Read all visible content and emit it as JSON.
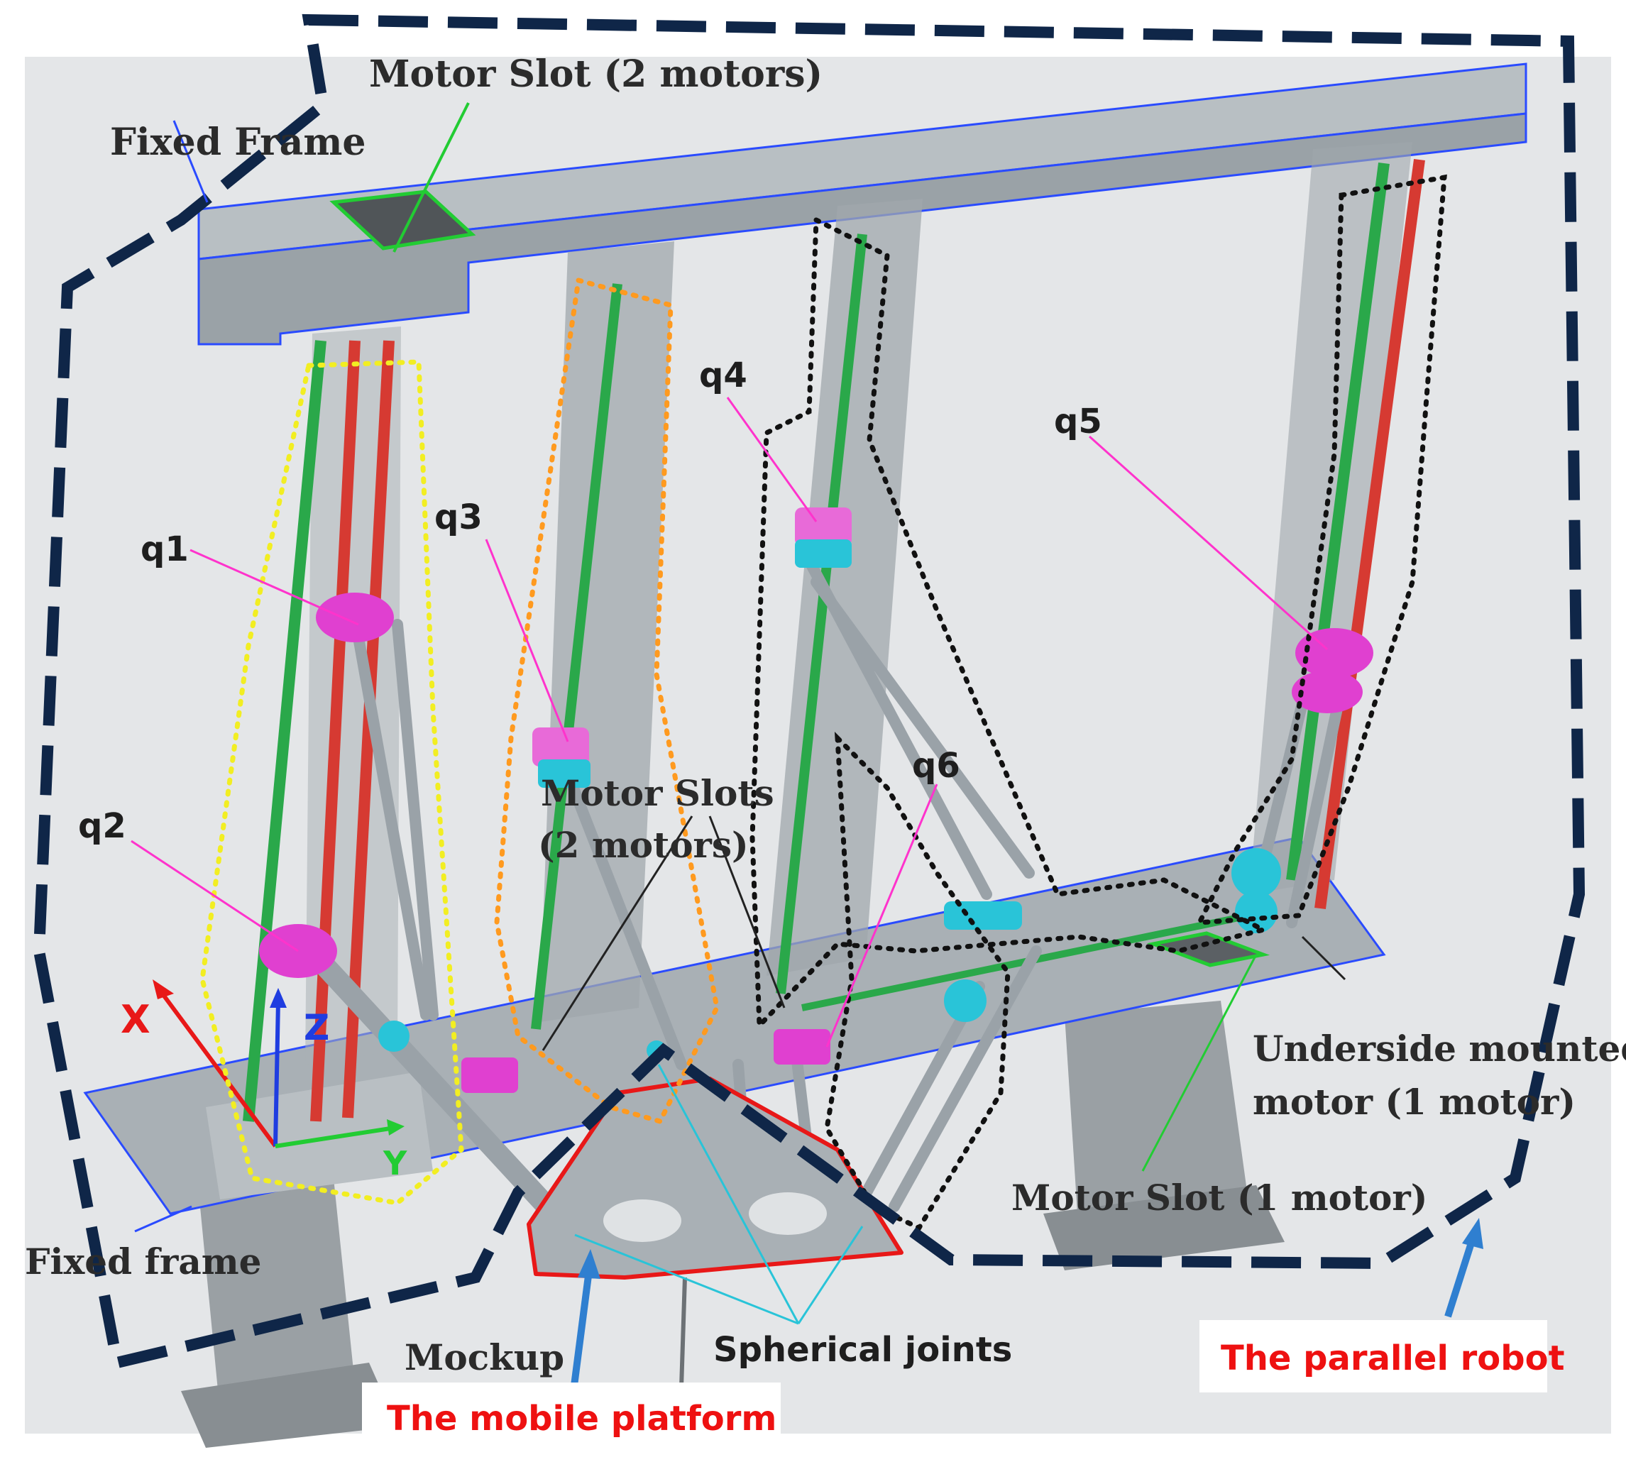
{
  "labels": {
    "motor_slot_top": "Motor Slot (2 motors)",
    "fixed_frame_top": "Fixed Frame",
    "fixed_frame_bottom": "Fixed frame",
    "q1": "q1",
    "q2": "q2",
    "q3": "q3",
    "q4": "q4",
    "q5": "q5",
    "q6": "q6",
    "motor_slots_line1": "Motor Slots",
    "motor_slots_line2": "(2 motors)",
    "underside_line1": "Underside mounted",
    "underside_line2": "motor (1 motor)",
    "motor_slot_one": "Motor Slot (1 motor)",
    "mockup": "Mockup",
    "spherical_joints": "Spherical joints",
    "mobile_platform": "The mobile platform",
    "parallel_robot": "The parallel robot",
    "axis_x": "X",
    "axis_y": "Y",
    "axis_z": "Z"
  },
  "colors": {
    "background": "#e4e6e8",
    "frame_gray": "#a9b0b5",
    "rail_green": "#2aa84a",
    "rail_red": "#d63a32",
    "carriage_magenta": "#e040d0",
    "joint_cyan": "#29c4d8",
    "annotation_magenta": "#ff33cc",
    "boundary_navy": "#0f2648",
    "outline_blue": "#2a4bff",
    "label_red": "#ee1111",
    "yellow_outline": "#f2ee22",
    "orange_outline": "#ff9a1f",
    "arrow_blue": "#2f7fd0"
  }
}
